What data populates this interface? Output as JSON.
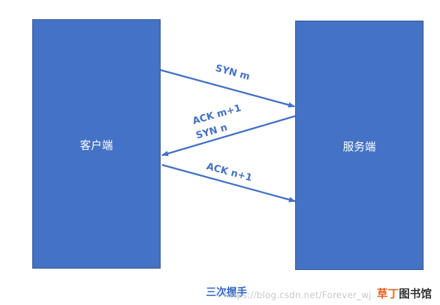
{
  "diagram": {
    "client_label": "客户端",
    "server_label": "服务端",
    "messages": {
      "syn": "SYN m",
      "ack_syn_line1": "ACK m+1",
      "ack_syn_line2": "SYN n",
      "ack": "ACK n+1"
    },
    "caption": "三次握手"
  },
  "watermark": {
    "url": "https://blog.csdn.net/Forever_wj",
    "brand_accent": "草丁",
    "brand_rest": "图书馆"
  },
  "colors": {
    "box_fill": "#4472c4",
    "arrow": "#4472c4",
    "label": "#4472c4",
    "caption": "#2f66c8",
    "brand_accent": "#e2641d"
  }
}
